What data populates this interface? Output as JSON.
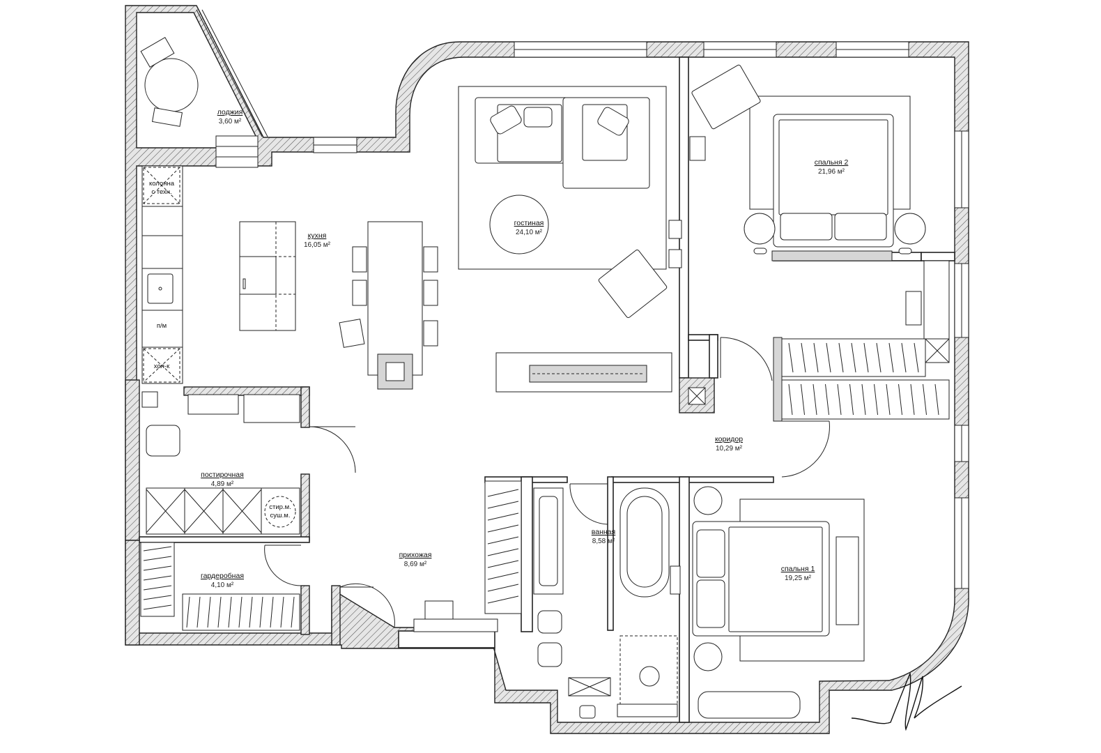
{
  "plan": {
    "rooms": [
      {
        "id": "lodzhiya",
        "name": "лоджия",
        "area": "3,60 м²"
      },
      {
        "id": "kukhnya",
        "name": "кухня",
        "area": "16,05 м²"
      },
      {
        "id": "gostinaya",
        "name": "гостиная",
        "area": "24,10 м²"
      },
      {
        "id": "spalnya2",
        "name": "спальня 2",
        "area": "21,96 м²"
      },
      {
        "id": "postirochnaya",
        "name": "постирочная",
        "area": "4,89 м²"
      },
      {
        "id": "koridor",
        "name": "коридор",
        "area": "10,29 м²"
      },
      {
        "id": "vannaya",
        "name": "ванная",
        "area": "8,58 м²"
      },
      {
        "id": "prikhozhaya",
        "name": "прихожая",
        "area": "8,69 м²"
      },
      {
        "id": "garderobnaya",
        "name": "гардеробная",
        "area": "4,10 м²"
      },
      {
        "id": "spalnya1",
        "name": "спальня 1",
        "area": "19,25 м²"
      }
    ],
    "labels": {
      "column_line1": "колонна",
      "column_line2": "с техн.",
      "dishwasher": "п/м",
      "fridge": "хол-к",
      "washer_line1": "стир.м.",
      "washer_line2": "суш.м."
    }
  }
}
